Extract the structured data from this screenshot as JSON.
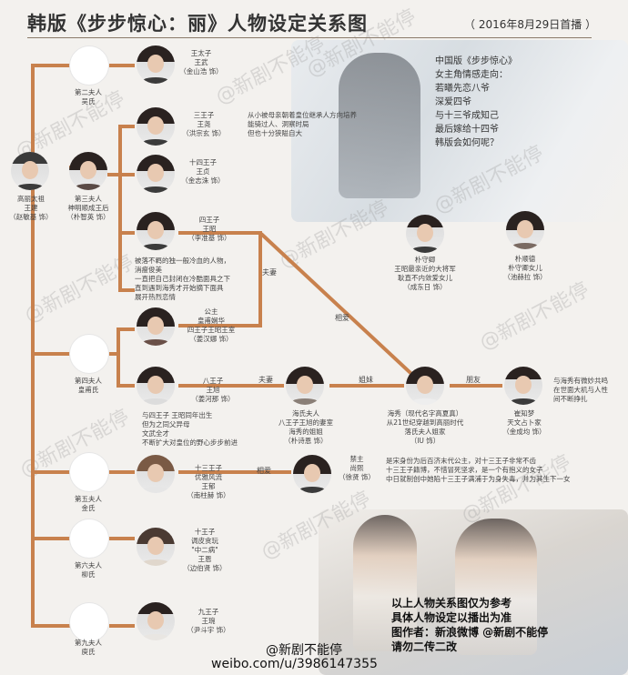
{
  "title": "韩版《步步惊心：丽》人物设定关系图",
  "subtitle": "（ 2016年8月29日首播 ）",
  "watermark": "@新剧不能停",
  "intro_lines": [
    "中国版《步步惊心》",
    "女主角情感走向：",
    "若曦先恋八爷",
    "深爱四爷",
    "与十三爷成知己",
    "最后嫁给十四爷",
    "韩版会如何呢？"
  ],
  "people": {
    "founder": {
      "lines": [
        "高丽太祖",
        "王建",
        "（赵敏基 饰）"
      ]
    },
    "wife3": {
      "lines": [
        "第三夫人",
        "神明顺成王后",
        "（朴智英 饰）"
      ]
    },
    "wife2": {
      "lines": [
        "第二夫人",
        "吴氏"
      ]
    },
    "crown_prince": {
      "lines": [
        "王太子",
        "王武",
        "（金山浩 饰）"
      ]
    },
    "prince3": {
      "lines": [
        "三王子",
        "王尧",
        "（洪宗玄 饰）"
      ]
    },
    "prince14": {
      "lines": [
        "十四王子",
        "王贞",
        "（金志洙 饰）"
      ],
      "alt_lines": [
        "十四王子",
        "王贞",
        "（金志洙 饰）"
      ]
    },
    "prince4": {
      "lines": [
        "四王子",
        "王昭",
        "（李准基 饰）"
      ]
    },
    "princess": {
      "lines": [
        "公主",
        "皇甫娴华",
        "四王子王昭王室",
        "（姜汉娜 饰）"
      ]
    },
    "wife4": {
      "lines": [
        "第四夫人",
        "皇甫氏"
      ]
    },
    "prince8": {
      "lines": [
        "八王子",
        "王旭",
        "（姜河那 饰）"
      ]
    },
    "lady_hae": {
      "lines": [
        "海氏夫人",
        "八王子王旭的妻室",
        "海秀的姐姐",
        "（朴诗恩 饰）"
      ]
    },
    "haesoo": {
      "lines": [
        "海秀（现代名字高夏真）",
        "从21世纪穿越到高丽时代",
        "落氏夫人姐家",
        "（IU 饰）"
      ]
    },
    "choi": {
      "lines": [
        "崔知梦",
        "天文占卜家",
        "（金成均 饰）"
      ]
    },
    "wife5": {
      "lines": [
        "第五夫人",
        "金氏"
      ]
    },
    "prince13": {
      "lines": [
        "十三王子",
        "优雅风流",
        "王郁",
        "（南柱赫 饰）"
      ]
    },
    "woohee": {
      "lines": [
        "禁主",
        "尚熙",
        "（徐贤 饰）"
      ]
    },
    "wife6": {
      "lines": [
        "第六夫人",
        "柳氏"
      ]
    },
    "prince10": {
      "lines": [
        "十王子",
        "调皮贪玩",
        "\"中二病\"",
        "王恩",
        "（边伯贤 饰）"
      ]
    },
    "wife7": {
      "lines": [
        "第九夫人",
        "庾氏"
      ]
    },
    "prince9": {
      "lines": [
        "九王子",
        "王琬",
        "（尹斗宇 饰）"
      ]
    },
    "parkyoung": {
      "lines": [
        "朴守卿",
        "王昭最亲近的大将军",
        "耿直不内敛爱女儿",
        "（成东日 饰）"
      ]
    },
    "soonduk": {
      "lines": [
        "朴顺德",
        "朴守卿女儿",
        "（池赫拉 饰）"
      ]
    }
  },
  "descriptions": {
    "prince3": [
      "从小被母亲朝着皇位继承人方向培养",
      "能骑过人、洞察时局",
      "但也十分狭隘自大"
    ],
    "prince4": [
      "被落不羁的独一般冷血的人物，",
      "消瘦俊美",
      "一直把自己封闭在冷酷面具之下",
      "直到遇到海秀才开始摘下面具",
      "展开热烈恋情"
    ],
    "prince8": [
      "与四王子 王昭同年出生",
      "但为之同父异母",
      "文武全才",
      "不断扩大对皇位的野心步步前进"
    ],
    "choi": [
      "与海秀有微妙共鸣",
      "在世面大机与人性",
      "间不断挣扎"
    ],
    "woohee": [
      "是宋身份为后百济末代公主，对十三王子非常不齿",
      "十三王子籍博，不惜冒死坚求，是一个有抱义的女子",
      "中日就制创中她陷十三王子满浦于为身失毒，并为其生下一女"
    ]
  },
  "relations": {
    "spouse_4": "夫妻",
    "love": "相爱",
    "spouse_8": "夫妻",
    "sisters": "姐妹",
    "friends": "朋友",
    "love_13": "相爱"
  },
  "disclaimer_lines": [
    "以上人物关系图仅为参考",
    "具体人物设定以播出为准",
    "图作者：新浪微博 @新剧不能停",
    "请勿二传二改"
  ],
  "footer": {
    "handle": "@新剧不能停",
    "url": "weibo.com/u/3986147355"
  }
}
